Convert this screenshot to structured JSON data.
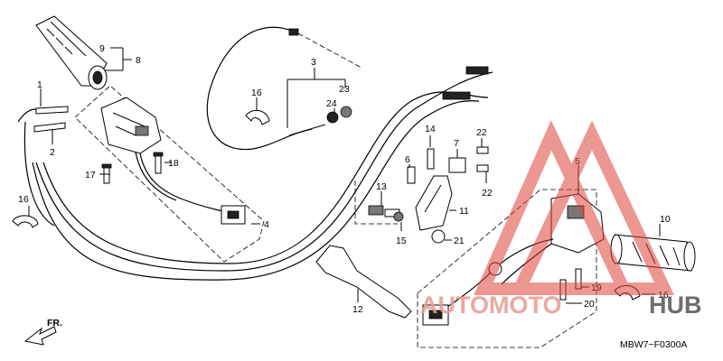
{
  "diagram": {
    "callouts": {
      "c1": "1",
      "c2": "2",
      "c3": "3",
      "c4": "4",
      "c5": "5",
      "c6": "6",
      "c7": "7",
      "c8": "8",
      "c9": "9",
      "c10": "10",
      "c11": "11",
      "c12": "12",
      "c13": "13",
      "c14": "14",
      "c15": "15",
      "c16a": "16",
      "c16b": "16",
      "c16c": "16",
      "c17": "17",
      "c18": "18",
      "c19": "19",
      "c20": "20",
      "c21": "21",
      "c22a": "22",
      "c22b": "22",
      "c23": "23",
      "c24": "24"
    },
    "front_arrow_label": "FR.",
    "drawing_code": "MBW7−F0300A"
  },
  "watermark": {
    "text_part1": "AUTOMOTO",
    "text_part2": "HUB",
    "color_triangle": "#e0433a",
    "color_text_part1": "#e89a8e",
    "color_text_part2": "#4a4a4a"
  }
}
